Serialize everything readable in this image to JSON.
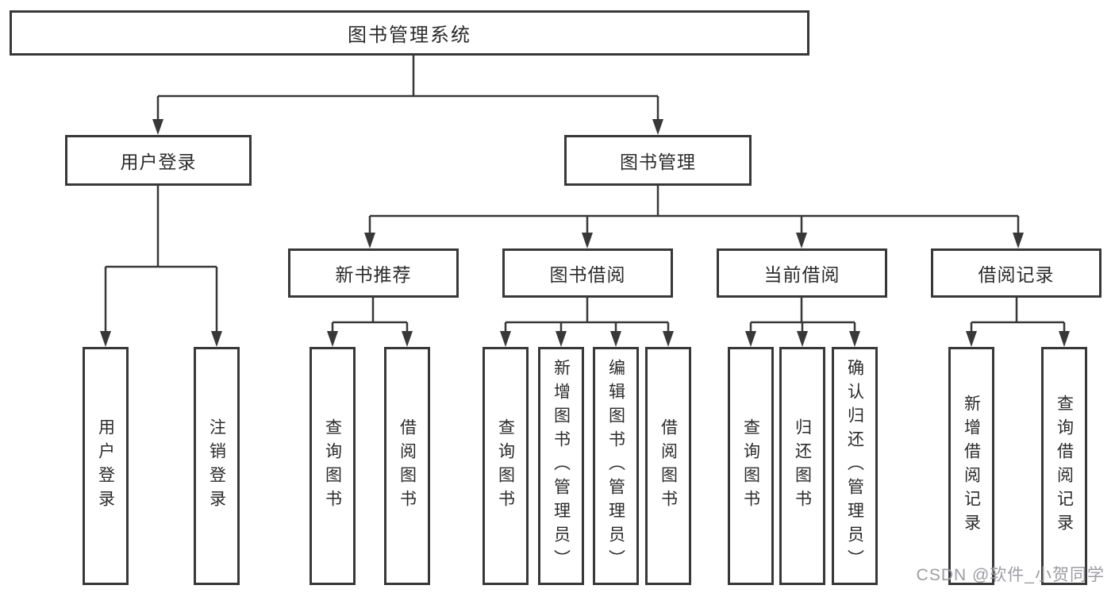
{
  "diagram": {
    "root": {
      "label": "图书管理系统"
    },
    "branches": [
      {
        "label": "用户登录"
      },
      {
        "label": "图书管理"
      }
    ],
    "modules": [
      {
        "label": "新书推荐"
      },
      {
        "label": "图书借阅"
      },
      {
        "label": "当前借阅"
      },
      {
        "label": "借阅记录"
      }
    ],
    "leaves": [
      {
        "label": "用户登录"
      },
      {
        "label": "注销登录"
      },
      {
        "label": "查询图书"
      },
      {
        "label": "借阅图书"
      },
      {
        "label": "查询图书"
      },
      {
        "label": "新增图书（管理员）"
      },
      {
        "label": "编辑图书（管理员）"
      },
      {
        "label": "借阅图书"
      },
      {
        "label": "查询图书"
      },
      {
        "label": "归还图书"
      },
      {
        "label": "确认归还（管理员）"
      },
      {
        "label": "新增借阅记录"
      },
      {
        "label": "查询借阅记录"
      }
    ],
    "watermark": {
      "label": "CSDN @软件_小贺同学"
    },
    "colors": {
      "line": "#383838",
      "border": "#383838",
      "text": "#2b2b2b",
      "watermark": "#9c9ca2",
      "background": "#ffffff"
    }
  }
}
